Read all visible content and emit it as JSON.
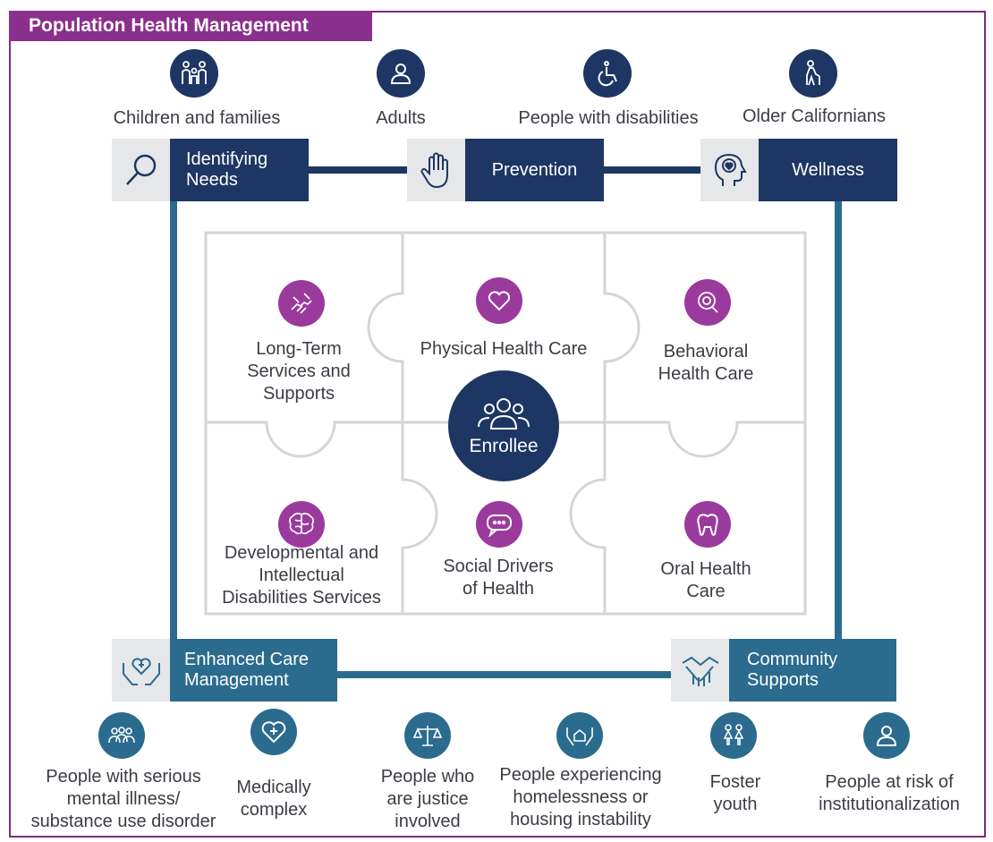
{
  "title": "Population Health Management",
  "top_populations": [
    {
      "label": "Children and families",
      "icon": "family-icon"
    },
    {
      "label": "Adults",
      "icon": "adult-person-icon"
    },
    {
      "label": "People with disabilities",
      "icon": "wheelchair-icon"
    },
    {
      "label": "Older Californians",
      "icon": "older-person-cane-icon"
    }
  ],
  "stages": {
    "identifying_needs": {
      "line1": "Identifying",
      "line2": "Needs",
      "icon": "magnifier-icon"
    },
    "prevention": {
      "label": "Prevention",
      "icon": "hand-stop-icon"
    },
    "wellness": {
      "label": "Wellness",
      "icon": "head-heart-icon"
    },
    "enhanced_care": {
      "line1": "Enhanced Care",
      "line2": "Management",
      "icon": "hands-heart-icon"
    },
    "community_supports": {
      "line1": "Community",
      "line2": "Supports",
      "icon": "handshake-icon"
    }
  },
  "puzzle": {
    "center": "Enrollee",
    "pieces": [
      {
        "lines": [
          "Long-Term",
          "Services and",
          "Supports"
        ],
        "icon": "handshake-icon"
      },
      {
        "lines": [
          "Physical Health Care"
        ],
        "icon": "heart-icon"
      },
      {
        "lines": [
          "Behavioral",
          "Health Care"
        ],
        "icon": "head-magnifier-icon"
      },
      {
        "lines": [
          "Developmental and",
          "Intellectual",
          "Disabilities Services"
        ],
        "icon": "brain-icon"
      },
      {
        "lines": [
          "Social Drivers",
          "of Health"
        ],
        "icon": "speech-bubble-icon"
      },
      {
        "lines": [
          "Oral Health",
          "Care"
        ],
        "icon": "tooth-icon"
      }
    ]
  },
  "bottom_populations": [
    {
      "lines": [
        "People with serious",
        "mental illness/",
        "substance use disorder"
      ],
      "icon": "group-people-icon"
    },
    {
      "lines": [
        "Medically",
        "complex"
      ],
      "icon": "heart-plus-icon"
    },
    {
      "lines": [
        "People who",
        "are justice",
        "involved"
      ],
      "icon": "scales-icon"
    },
    {
      "lines": [
        "People experiencing",
        "homelessness or",
        "housing instability"
      ],
      "icon": "hands-house-icon"
    },
    {
      "lines": [
        "Foster",
        "youth"
      ],
      "icon": "children-icon"
    },
    {
      "lines": [
        "People at risk of",
        "institutionalization"
      ],
      "icon": "person-icon"
    }
  ],
  "colors": {
    "navy": "#1d3663",
    "teal": "#2b6b8e",
    "purple": "#9b3a9d",
    "frame": "#7d2c7e"
  }
}
